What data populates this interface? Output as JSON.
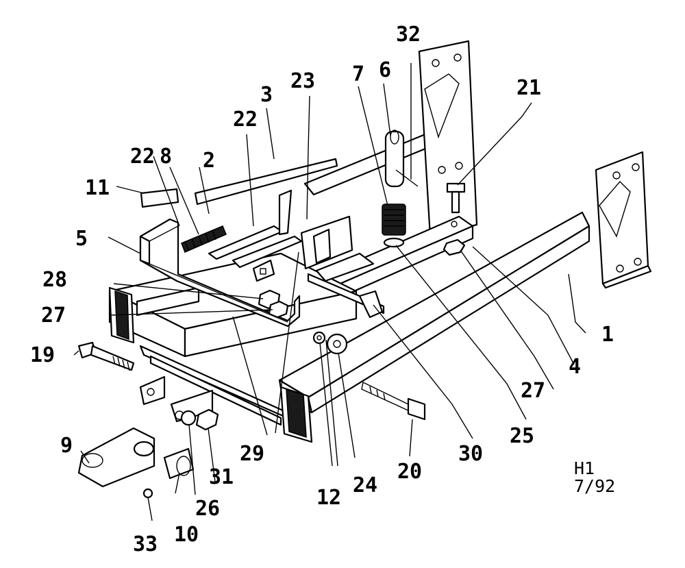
{
  "callouts": [
    {
      "id": "c1",
      "text": "1"
    },
    {
      "id": "c2",
      "text": "2"
    },
    {
      "id": "c3",
      "text": "3"
    },
    {
      "id": "c4",
      "text": "4"
    },
    {
      "id": "c5",
      "text": "5"
    },
    {
      "id": "c6",
      "text": "6"
    },
    {
      "id": "c7",
      "text": "7"
    },
    {
      "id": "c8",
      "text": "8"
    },
    {
      "id": "c9",
      "text": "9"
    },
    {
      "id": "c10",
      "text": "10"
    },
    {
      "id": "c11",
      "text": "11"
    },
    {
      "id": "c12",
      "text": "12"
    },
    {
      "id": "c19",
      "text": "19"
    },
    {
      "id": "c20",
      "text": "20"
    },
    {
      "id": "c21",
      "text": "21"
    },
    {
      "id": "c22a",
      "text": "22"
    },
    {
      "id": "c22b",
      "text": "22"
    },
    {
      "id": "c23",
      "text": "23"
    },
    {
      "id": "c24",
      "text": "24"
    },
    {
      "id": "c25",
      "text": "25"
    },
    {
      "id": "c26",
      "text": "26"
    },
    {
      "id": "c27a",
      "text": "27"
    },
    {
      "id": "c27b",
      "text": "27"
    },
    {
      "id": "c28",
      "text": "28"
    },
    {
      "id": "c29",
      "text": "29"
    },
    {
      "id": "c30",
      "text": "30"
    },
    {
      "id": "c31",
      "text": "31"
    },
    {
      "id": "c32",
      "text": "32"
    },
    {
      "id": "c33",
      "text": "33"
    }
  ],
  "drawing_code": {
    "line1": "H1",
    "line2": "7/92"
  }
}
